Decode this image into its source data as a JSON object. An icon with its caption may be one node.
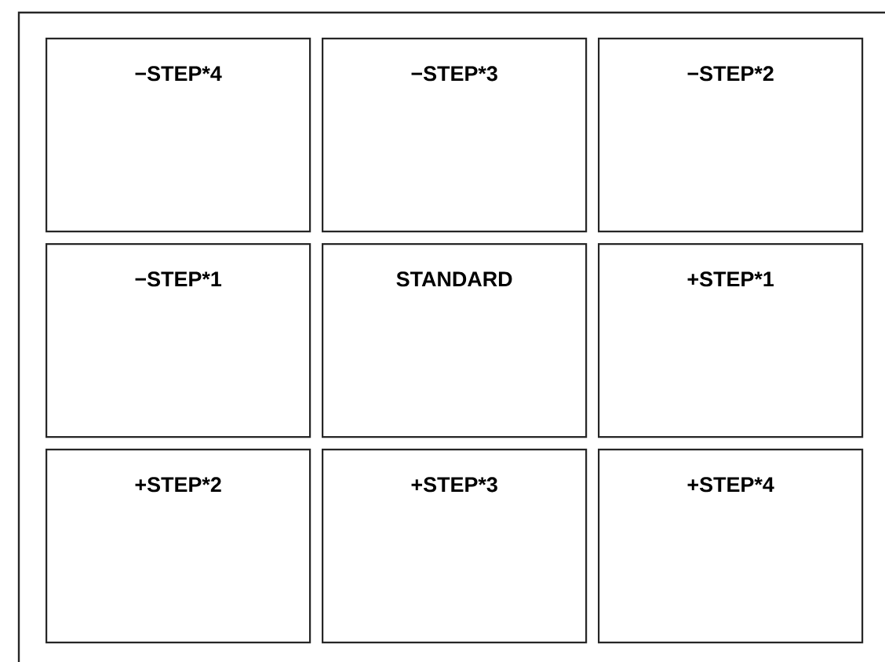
{
  "diagram": {
    "nodes": [
      {
        "text": [
          "−STEP*4"
        ]
      },
      {
        "text": [
          "−STEP*3"
        ]
      },
      {
        "text": [
          "−STEP*2"
        ]
      },
      {
        "text": [
          "−STEP*1"
        ]
      },
      {
        "text": [
          "STANDARD"
        ]
      },
      {
        "text": [
          "+STEP*1"
        ]
      },
      {
        "text": [
          "+STEP*2"
        ]
      },
      {
        "text": [
          "+STEP*3"
        ]
      },
      {
        "text": [
          "+STEP*4"
        ]
      }
    ]
  }
}
